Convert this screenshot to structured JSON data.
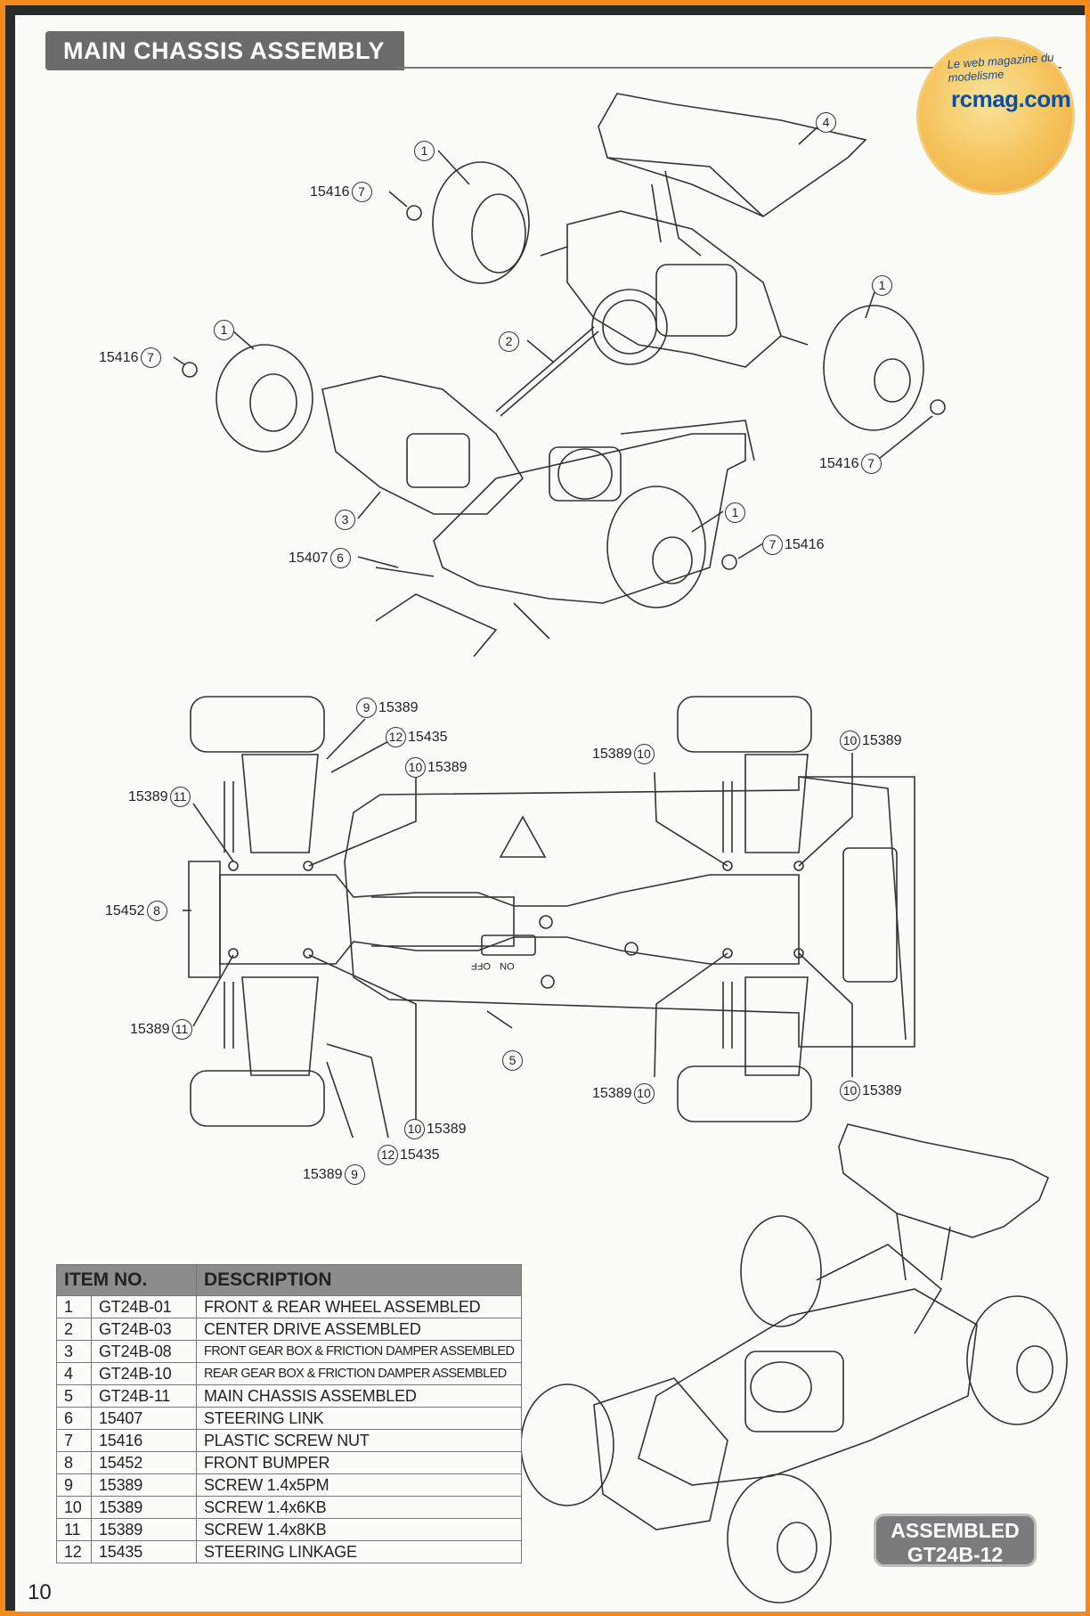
{
  "header": {
    "title": "MAIN CHASSIS ASSEMBLY"
  },
  "logo": {
    "name": "rcmag.com",
    "tagline": "Le web magazine du modelisme"
  },
  "callouts_top": [
    {
      "num": "1",
      "code": ""
    },
    {
      "num": "7",
      "code": "15416"
    },
    {
      "num": "4",
      "code": ""
    },
    {
      "num": "1",
      "code": ""
    },
    {
      "num": "7",
      "code": "15416"
    },
    {
      "num": "2",
      "code": ""
    },
    {
      "num": "1",
      "code": ""
    },
    {
      "num": "7",
      "code": "15416"
    },
    {
      "num": "3",
      "code": ""
    },
    {
      "num": "1",
      "code": ""
    },
    {
      "num": "7",
      "code": "15416"
    },
    {
      "num": "6",
      "code": "15407"
    }
  ],
  "callouts_bottom": [
    {
      "num": "9",
      "code": "15389"
    },
    {
      "num": "12",
      "code": "15435"
    },
    {
      "num": "10",
      "code": "15389"
    },
    {
      "num": "11",
      "code": "15389"
    },
    {
      "num": "8",
      "code": "15452"
    },
    {
      "num": "11",
      "code": "15389"
    },
    {
      "num": "10",
      "code": "15389"
    },
    {
      "num": "12",
      "code": "15435"
    },
    {
      "num": "9",
      "code": "15389"
    },
    {
      "num": "5",
      "code": ""
    },
    {
      "num": "10",
      "code": "15389"
    },
    {
      "num": "10",
      "code": "15389"
    },
    {
      "num": "10",
      "code": "15389"
    },
    {
      "num": "10",
      "code": "15389"
    }
  ],
  "switch": {
    "on": "ON",
    "off": "OFF"
  },
  "parts_table": {
    "headers": [
      "ITEM NO.",
      "DESCRIPTION"
    ],
    "rows": [
      {
        "n": "1",
        "code": "GT24B-01",
        "desc": "FRONT & REAR WHEEL ASSEMBLED"
      },
      {
        "n": "2",
        "code": "GT24B-03",
        "desc": "CENTER DRIVE ASSEMBLED"
      },
      {
        "n": "3",
        "code": "GT24B-08",
        "desc": "FRONT GEAR BOX & FRICTION DAMPER ASSEMBLED"
      },
      {
        "n": "4",
        "code": "GT24B-10",
        "desc": "REAR GEAR BOX & FRICTION DAMPER ASSEMBLED"
      },
      {
        "n": "5",
        "code": "GT24B-11",
        "desc": "MAIN CHASSIS ASSEMBLED"
      },
      {
        "n": "6",
        "code": "15407",
        "desc": "STEERING LINK"
      },
      {
        "n": "7",
        "code": "15416",
        "desc": "PLASTIC SCREW NUT"
      },
      {
        "n": "8",
        "code": "15452",
        "desc": "FRONT BUMPER"
      },
      {
        "n": "9",
        "code": "15389",
        "desc": "SCREW 1.4x5PM"
      },
      {
        "n": "10",
        "code": "15389",
        "desc": "SCREW 1.4x6KB"
      },
      {
        "n": "11",
        "code": "15389",
        "desc": "SCREW 1.4x8KB"
      },
      {
        "n": "12",
        "code": "15435",
        "desc": "STEERING LINKAGE"
      }
    ]
  },
  "badge": {
    "line1": "ASSEMBLED",
    "line2": "GT24B-12"
  },
  "page_number": "10",
  "colors": {
    "border": "#f28a1e",
    "header_bg": "#6b6b6b",
    "table_head": "#8c8c8c"
  }
}
